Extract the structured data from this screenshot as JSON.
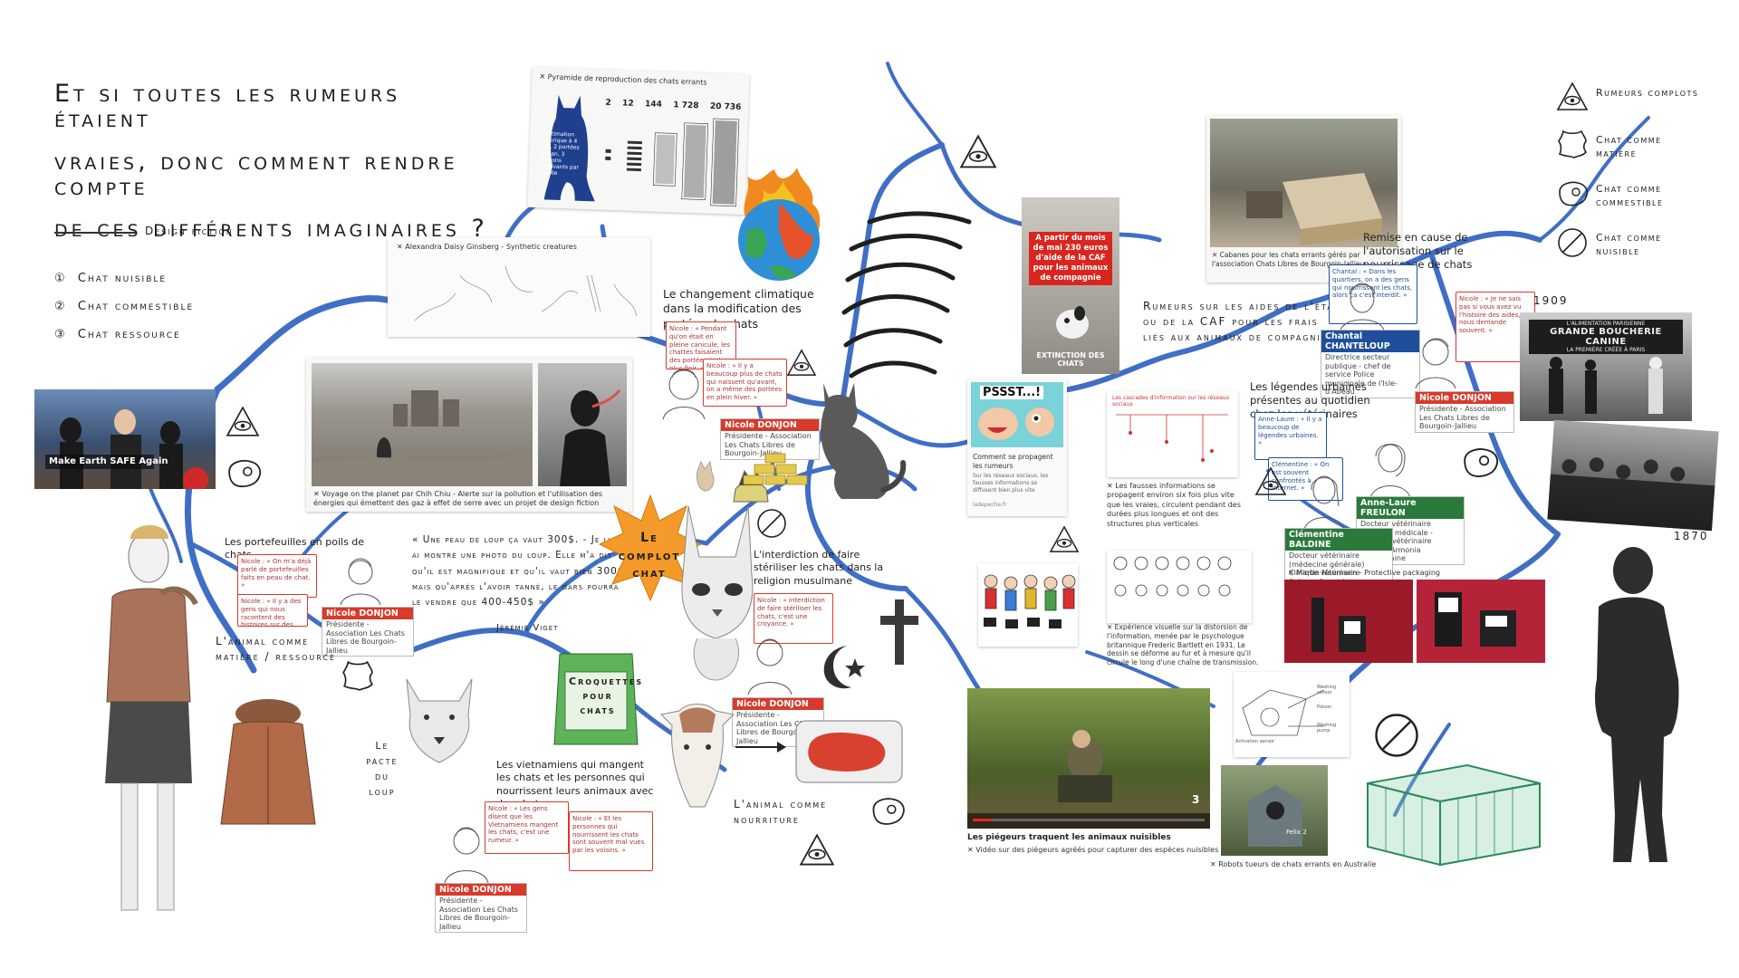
{
  "title": {
    "line1": "Et si toutes les rumeurs étaient",
    "line2": "vraies, donc comment rendre compte",
    "line3": "de ces différents imaginaires ?"
  },
  "design_fiction_label": "Design fiction",
  "menu": [
    {
      "num": "①",
      "label": "Chat nuisible"
    },
    {
      "num": "②",
      "label": "Chat commestible"
    },
    {
      "num": "③",
      "label": "Chat ressource"
    }
  ],
  "legend": [
    {
      "icon": "eye-triangle-icon",
      "label": "Rumeurs complots"
    },
    {
      "icon": "leather-hide-icon",
      "label": "Chat comme matière"
    },
    {
      "icon": "meat-steak-icon",
      "label": "Chat comme commestible"
    },
    {
      "icon": "no-sign-icon",
      "label": "Chat comme nuisible"
    }
  ],
  "pyramid": {
    "title": "✕ Pyramide de reproduction des chats errants",
    "numbers": [
      "2",
      "12",
      "144",
      "1 728",
      "20 736"
    ],
    "note": "* Estimation théorique à 4 ans, 2 portées par an, 3 chatons survivants par portée"
  },
  "dalsy": {
    "caption": "✕ Alexandra Daisy Ginsberg - Synthetic creatures"
  },
  "poster_caption": "Make Earth SAFE Again",
  "voyage": {
    "caption": "✕ Voyage on the planet par Chih Chiu - Alerte sur la pollution et l'utilisation des énergies qui émettent des gaz à effet de serre avec un projet de design fiction"
  },
  "climate": {
    "heading": "Le changement climatique dans la modification des portées de chats"
  },
  "persons": {
    "nicole": {
      "name": "Nicole DONJON",
      "role": "Présidente - Association Les Chats Libres de Bourgoin-Jallieu"
    },
    "chantal": {
      "name": "Chantal CHANTELOUP",
      "role": "Directrice secteur publique - chef de service Police municipale de l'Isle-d'Abeau"
    },
    "anne": {
      "name": "Anne-Laure FREULON",
      "role": "Docteur vétérinaire Imagerie médicale - Clinique vétérinaire Anicura Armonia Villefontaine"
    },
    "clementine": {
      "name": "Clémentine BALDINE",
      "role": "Docteur vétérinaire (médecine générale) Clinique vétérinaire Anicura Armonia Villefontaine"
    }
  },
  "bubbles": {
    "b1": "Nicole : « Pendant qu'on était en pleine canicule, les chattes faisaient des portées à n'en plus finir. »",
    "b2": "Nicole : « Il y a beaucoup plus de chats qui naissent qu'avant, on a même des portées en plein hiver. »",
    "b3": "Nicole : « Il y a des gens qui nous racontent des histoires sur des chats qu'ils ont vus. »",
    "b4": "Nicole : « On m'a déjà parlé de portefeuilles faits en peau de chat. »",
    "b5": "Nicole : « Interdiction de faire stériliser les chats, c'est une croyance. »",
    "b6": "Nicole : « Les gens disent que les Vietnamiens mangent les chats, c'est une rumeur. »",
    "b7": "Nicole : « Et les personnes qui nourrissent les chats sont souvent mal vues par les voisins. »",
    "b8": "Chantal : « Dans les quartiers, on a des gens qui nourrissent les chats, alors ça c'est interdit. »",
    "b9": "Nicole : « Je ne sais pas si vous avez vu l'histoire des aides, on nous demande souvent. »",
    "b10": "Anne-Laure : « Il y a beaucoup de légendes urbaines. »",
    "b11": "Clémentine : « On est souvent confrontés à internet. »"
  },
  "quote": {
    "text": "« Une peau de loup ça vaut 300$. - Je lui ai montré une photo du loup. Elle m'a dit qu'il est magnifique et qu'il vaut bien 300$ mais qu'après l'avoir tanné, le gars pourra le vendre que 400-450$ »",
    "author": "Jérémie Viget"
  },
  "portefeuilles": {
    "heading": "Les portefeuilles en poils de chats"
  },
  "animal_matiere": {
    "line1": "L'animal comme",
    "line2": "matière / ressource"
  },
  "pacte": {
    "line1": "Le",
    "line2": "pacte",
    "line3": "du",
    "line4": "loup"
  },
  "complot_label": "Le complot chat",
  "croquettes_label": "Croquettes pour chats",
  "interdiction": {
    "heading": "L'interdiction de faire stériliser les chats dans la religion musulmane"
  },
  "vietnamiens": {
    "heading": "Les vietnamiens qui mangent les chats et les personnes qui nourrissent leurs animaux avec des chats"
  },
  "animal_nourriture": {
    "line1": "L'animal comme",
    "line2": "nourriture"
  },
  "tiktok": {
    "text": "A partir du mois de mai 230 euros d'aide de la CAF pour les animaux de compagnie",
    "bottom": "EXTINCTION DES CHATS"
  },
  "pssst": {
    "label": "PSSST...!",
    "heading": "Comment se propagent les rumeurs",
    "sub": "Sur les réseaux sociaux, les fausses informations se diffusent bien plus vite",
    "source": "ladepeche.fr"
  },
  "rumeurs_aides": {
    "line1": "Rumeurs sur les aides de l'état",
    "line2": "ou de la CAF pour les frais",
    "line3": "liés aux animaux de compagnie."
  },
  "cabanes": {
    "caption": "✕ Cabanes pour les chats errants gérés par l'association Chats Libres de Bourgoin-Jallieu"
  },
  "remise": {
    "heading": "Remise en cause de l'autorisation sur le nourrissage de chats"
  },
  "legendes": {
    "heading": "Les légendes urbaines présentes au quotidien chez les vétérinaires"
  },
  "fausses": {
    "card_title": "Les cascades d'information sur les réseaux sociaux",
    "caption": "✕ Les fausses informations se propagent environ six fois plus vite que les vraies, circulent pendant des durées plus longues et ont des structures plus verticales"
  },
  "bartlett": {
    "caption": "✕ Expérience visuelle sur la distorsion de l'information, menée par le psychologue britannique Frederic Bartlett en 1931. Le dessin se déforme au fur et à mesure qu'il circule le long d'une chaîne de transmission."
  },
  "naumann": {
    "caption": "✕ Martin Naumann - Protective packaging"
  },
  "boucherie": {
    "sign_top": "L'ALIMENTATION PARISIENNE",
    "sign": "GRANDE BOUCHERIE CANINE",
    "sign_sub": "LA PREMIÈRE CRÉÉE À PARIS",
    "year1": "1909",
    "year2": "1870"
  },
  "video": {
    "title": "Les piégeurs traquent les animaux nuisibles",
    "caption": "✕ Vidéo sur des piégeurs agréés pour capturer des espèces nuisibles",
    "time": "3"
  },
  "robot": {
    "caption": "✕ Robots tueurs de chats errants en Australie",
    "label": "Felix 2"
  },
  "robot_diagram": {
    "labels": [
      "Washing sensor",
      "Activation sensor",
      "Poison",
      "Washing pump"
    ]
  },
  "colors": {
    "river": "#2b5fbf",
    "red": "#d83a2b",
    "blue": "#1f4f9c",
    "green": "#2a7a3c"
  }
}
